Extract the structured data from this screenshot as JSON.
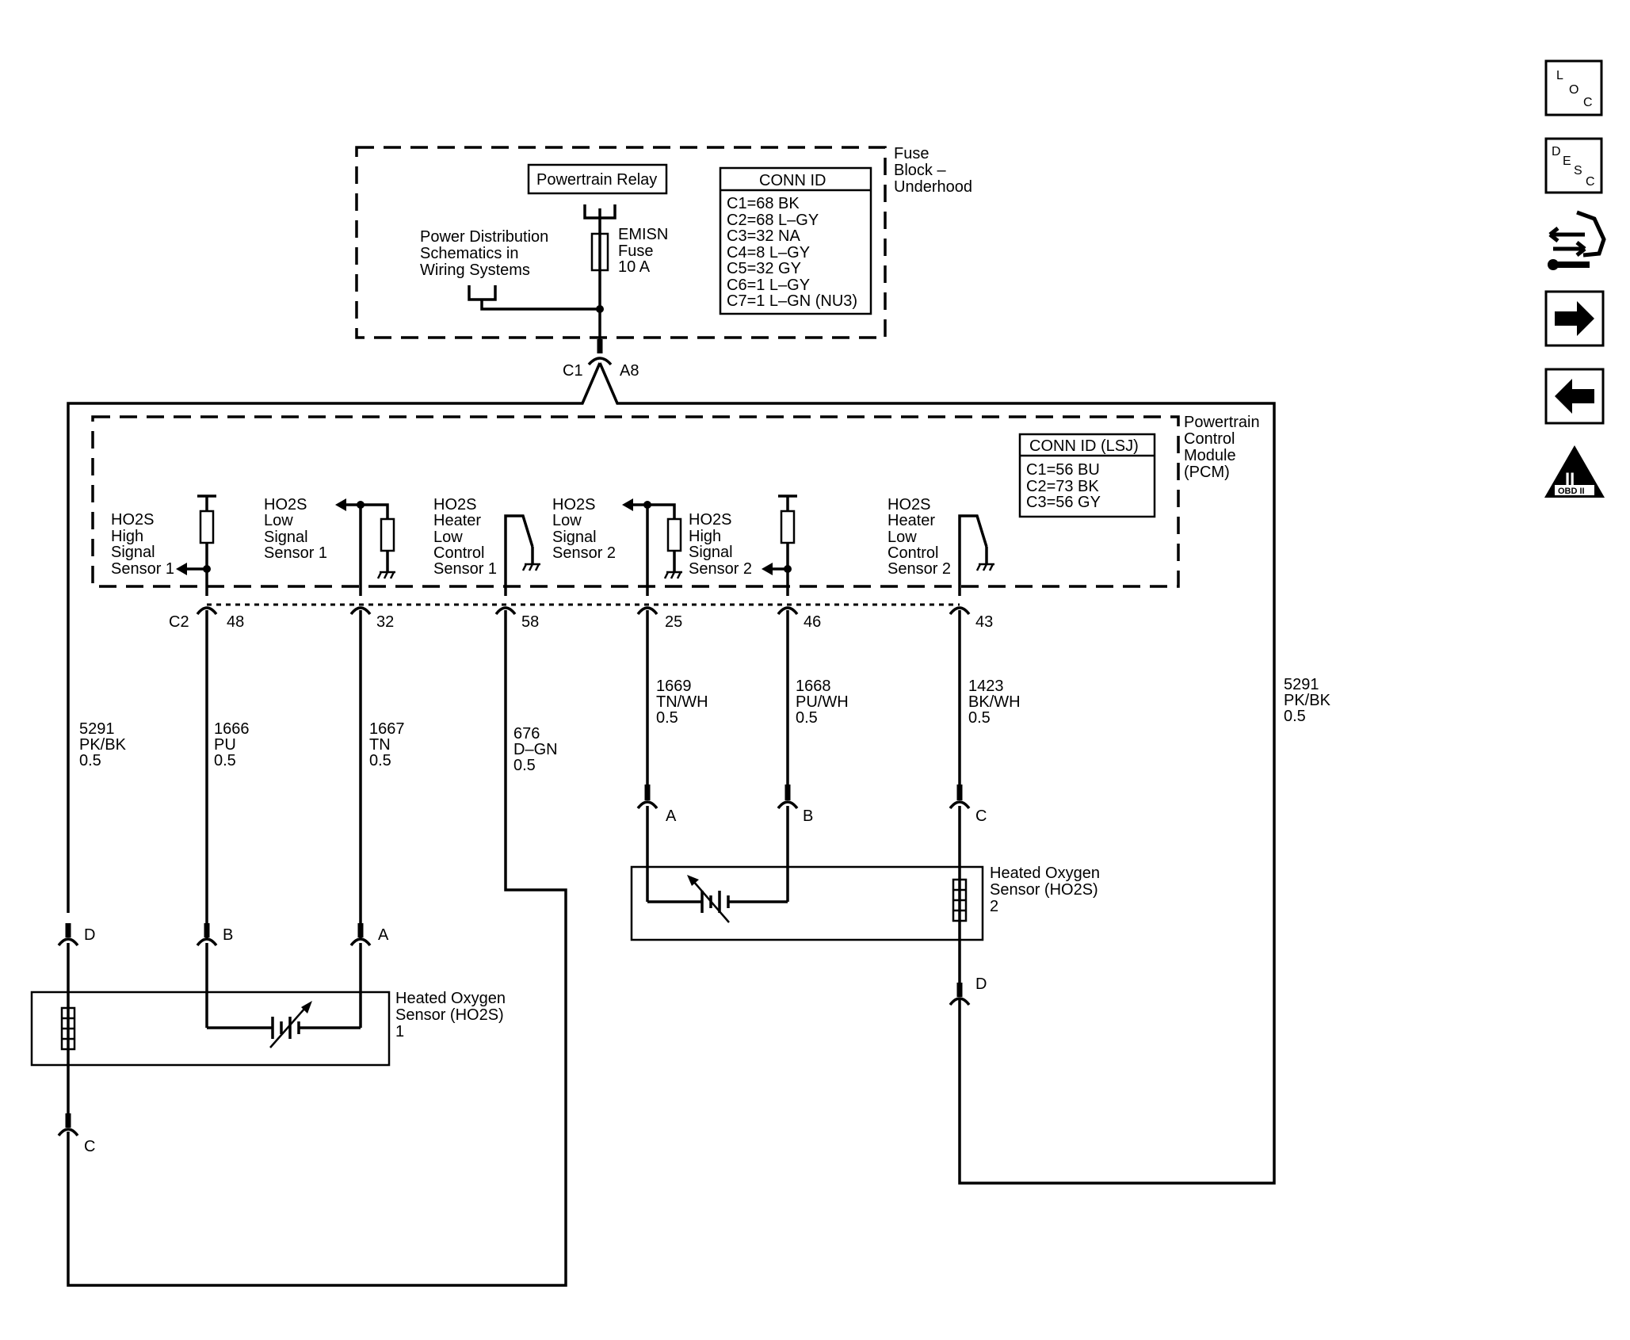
{
  "fuse_block": {
    "title": [
      "Fuse",
      "Block –",
      "Underhood"
    ],
    "relay_label": "Powertrain Relay",
    "fuse_label": [
      "EMISN",
      "Fuse",
      "10 A"
    ],
    "power_dist_note": [
      "Power Distribution",
      "Schematics in",
      "Wiring Systems"
    ],
    "conn_id_title": "CONN ID",
    "conn_ids": [
      "C1=68 BK",
      "C2=68 L–GY",
      "C3=32 NA",
      "C4=8 L–GY",
      "C5=32 GY",
      "C6=1 L–GY",
      "C7=1 L–GN (NU3)"
    ],
    "connector": "C1",
    "pin": "A8"
  },
  "pcm": {
    "title": [
      "Powertrain",
      "Control",
      "Module",
      "(PCM)"
    ],
    "conn_id_title": "CONN ID (LSJ)",
    "conn_ids": [
      "C1=56 BU",
      "C2=73 BK",
      "C3=56 GY"
    ],
    "connector": "C2",
    "circuits": [
      {
        "label": [
          "HO2S",
          "High",
          "Signal",
          "Sensor 1"
        ],
        "pin": "48"
      },
      {
        "label": [
          "HO2S",
          "Low",
          "Signal",
          "Sensor 1"
        ],
        "pin": "32"
      },
      {
        "label": [
          "HO2S",
          "Heater",
          "Low",
          "Control",
          "Sensor 1"
        ],
        "pin": "58"
      },
      {
        "label": [
          "HO2S",
          "Low",
          "Signal",
          "Sensor 2"
        ],
        "pin": "25"
      },
      {
        "label": [
          "HO2S",
          "High",
          "Signal",
          "Sensor 2"
        ],
        "pin": "46"
      },
      {
        "label": [
          "HO2S",
          "Heater",
          "Low",
          "Control",
          "Sensor 2"
        ],
        "pin": "43"
      }
    ]
  },
  "wires": [
    {
      "circuit": "5291",
      "color": "PK/BK",
      "size": "0.5"
    },
    {
      "circuit": "1666",
      "color": "PU",
      "size": "0.5"
    },
    {
      "circuit": "1667",
      "color": "TN",
      "size": "0.5"
    },
    {
      "circuit": "676",
      "color": "D–GN",
      "size": "0.5"
    },
    {
      "circuit": "1669",
      "color": "TN/WH",
      "size": "0.5"
    },
    {
      "circuit": "1668",
      "color": "PU/WH",
      "size": "0.5"
    },
    {
      "circuit": "1423",
      "color": "BK/WH",
      "size": "0.5"
    },
    {
      "circuit": "5291",
      "color": "PK/BK",
      "size": "0.5"
    }
  ],
  "sensor1": {
    "label": [
      "Heated Oxygen",
      "Sensor (HO2S)",
      "1"
    ],
    "pins": [
      "D",
      "B",
      "A",
      "C"
    ]
  },
  "sensor2": {
    "label": [
      "Heated Oxygen",
      "Sensor (HO2S)",
      "2"
    ],
    "pins": [
      "A",
      "B",
      "C",
      "D"
    ]
  },
  "side_icons": [
    {
      "name": "loc-icon",
      "letters": [
        "L",
        "O",
        "C"
      ]
    },
    {
      "name": "desc-icon",
      "letters": [
        "D",
        "E",
        "S",
        "C"
      ]
    },
    {
      "name": "connector-tool-icon"
    },
    {
      "name": "arrow-right-icon"
    },
    {
      "name": "arrow-left-icon"
    },
    {
      "name": "obd-ii-icon",
      "numeral": "II",
      "text": "OBD II"
    }
  ]
}
